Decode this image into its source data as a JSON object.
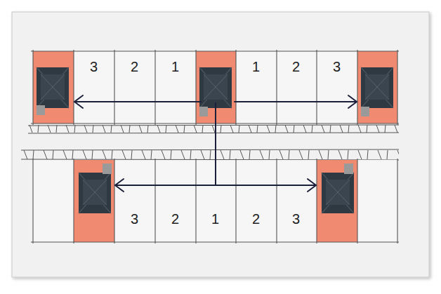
{
  "diagram": {
    "labels": [
      "3",
      "2",
      "1",
      "1",
      "2",
      "3",
      "3",
      "2",
      "1",
      "2",
      "3"
    ]
  }
}
